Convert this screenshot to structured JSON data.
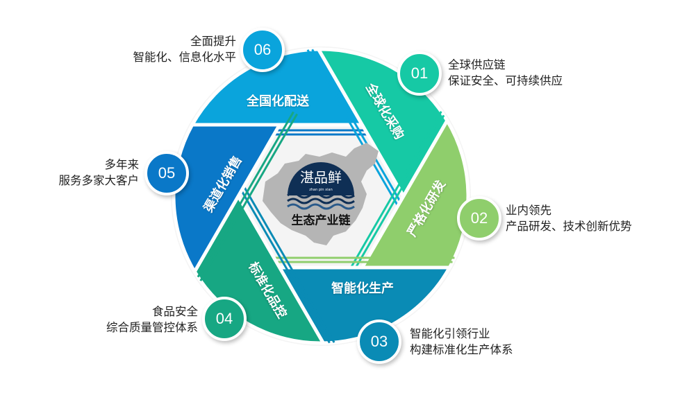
{
  "center": {
    "logo_text": "湛品鲜",
    "logo_pinyin": "zhan pin xian",
    "title": "生态产业链"
  },
  "segments": [
    {
      "number": "06",
      "label": "全国化配送",
      "desc": [
        "全面提升",
        "智能化、信息化水平"
      ],
      "color": "#0aa4dc"
    },
    {
      "number": "01",
      "label": "全球化采购",
      "desc": [
        "全球供应链",
        "保证安全、可持续供应"
      ],
      "color": "#16c9a5"
    },
    {
      "number": "02",
      "label": "严格化研发",
      "desc": [
        "业内领先",
        "产品研发、技术创新优势"
      ],
      "color": "#8fce6c"
    },
    {
      "number": "03",
      "label": "智能化生产",
      "desc": [
        "智能化引领行业",
        "构建标准化生产体系"
      ],
      "color": "#0a8bb5"
    },
    {
      "number": "04",
      "label": "标准化品控",
      "desc": [
        "食品安全",
        "综合质量管控体系"
      ],
      "color": "#17a783"
    },
    {
      "number": "05",
      "label": "渠道化销售",
      "desc": [
        "多年来",
        "服务多家大客户"
      ],
      "color": "#0a78c8"
    }
  ]
}
